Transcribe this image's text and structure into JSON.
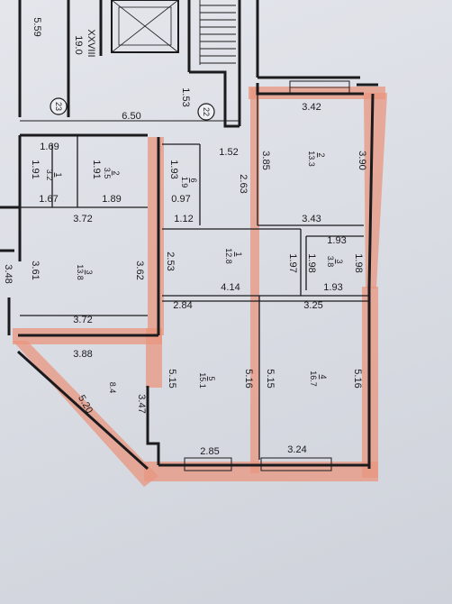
{
  "axes": [
    "23",
    "22"
  ],
  "stair_label": {
    "number": "XXVIII",
    "area": "19.0"
  },
  "stair_side_dim": "5.59",
  "corridor_dims": {
    "width": "6.50",
    "stair_depth": "1.53"
  },
  "dims": {
    "d169": "1.69",
    "d191a": "1.91",
    "d191b": "1.91",
    "d167": "1.67",
    "d189": "1.89",
    "d372a": "3.72",
    "d372b": "3.72",
    "d361": "3.61",
    "d362": "3.62",
    "d348": "3.48",
    "d388": "3.88",
    "d520": "5.20",
    "d347": "3.47",
    "d152": "1.52",
    "d193": "1.93",
    "d097": "0.97",
    "d112": "1.12",
    "d263": "2.63",
    "d253": "2.53",
    "d342": "3.42",
    "d385": "3.85",
    "d390": "3.90",
    "d343": "3.43",
    "d193b": "1.93",
    "d197": "1.97",
    "d198a": "1.98",
    "d198b": "1.98",
    "d193c": "1.93",
    "d414": "4.14",
    "d284": "2.84",
    "d325": "3.25",
    "d515a": "5.15",
    "d516a": "5.16",
    "d515b": "5.15",
    "d516b": "5.16",
    "d285": "2.85",
    "d324": "3.24"
  },
  "rooms": [
    {
      "num": "2",
      "area": "13.3"
    },
    {
      "num": "1",
      "area": "12.8"
    },
    {
      "num": "3",
      "area": "3.8"
    },
    {
      "num": "5",
      "area": "15.1"
    },
    {
      "num": "4",
      "area": "16.7"
    },
    {
      "num": "6",
      "area": "1.9"
    },
    {
      "num": "3",
      "area": "13.8"
    },
    {
      "num": "1",
      "area": "3.2"
    },
    {
      "num": "2",
      "area": "3.5"
    }
  ],
  "room_84": "8.4"
}
